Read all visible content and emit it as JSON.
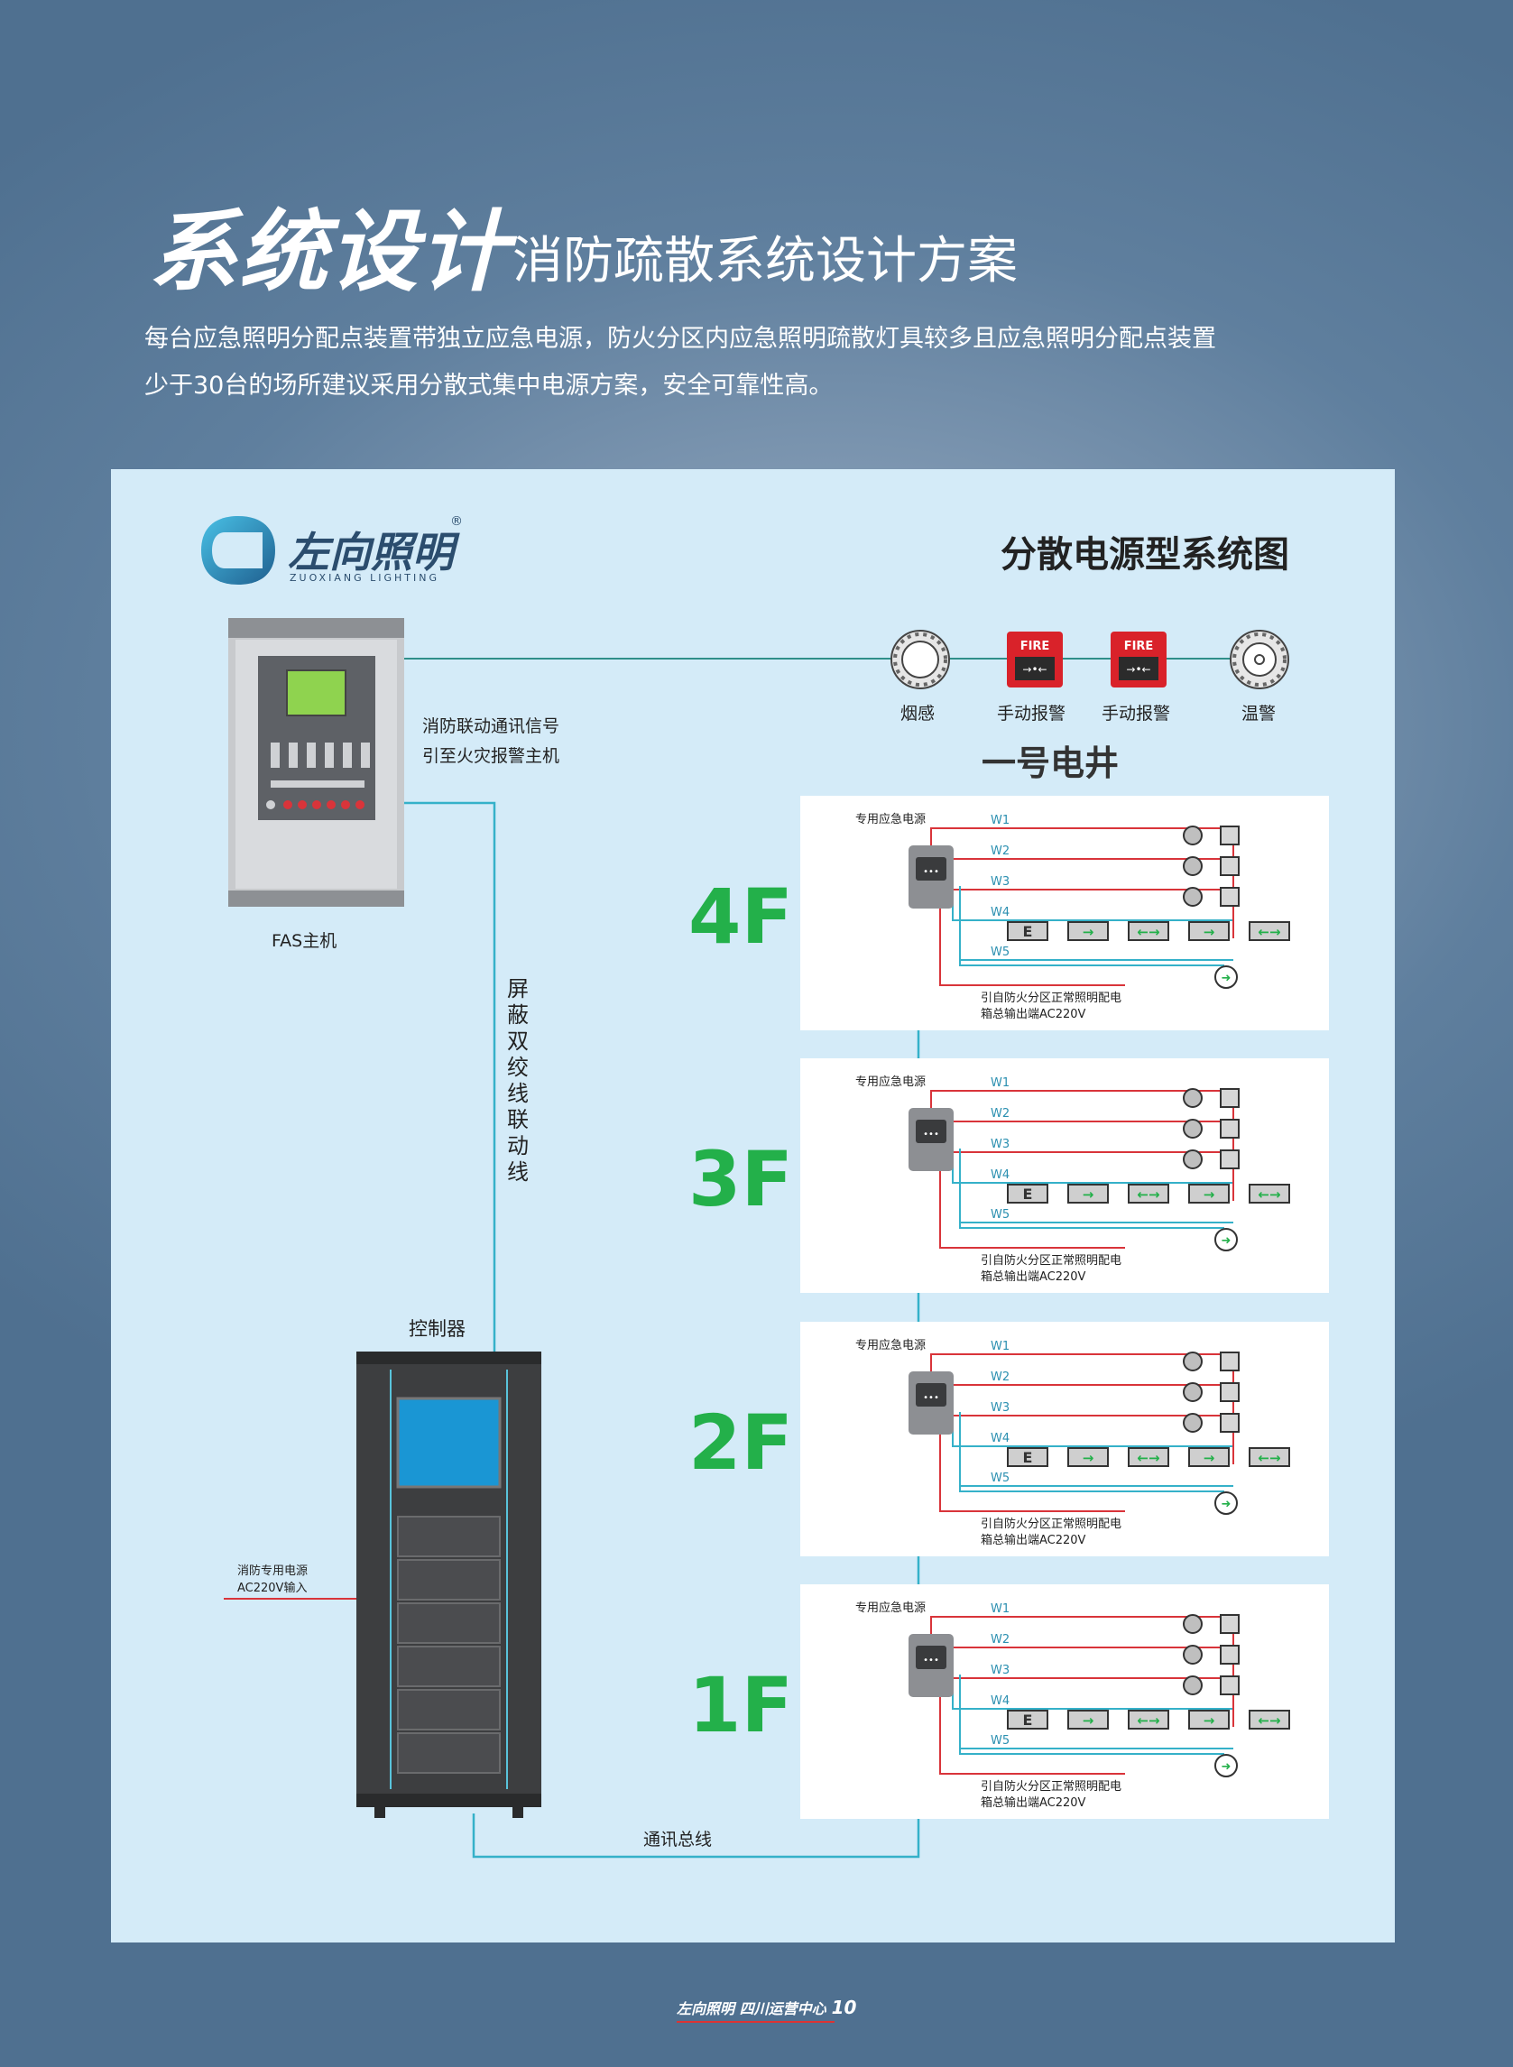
{
  "header": {
    "title": "系统设计",
    "subtitle": "消防疏散系统设计方案",
    "intro_line1": "每台应急照明分配点装置带独立应急电源，防火分区内应急照明疏散灯具较多且应急照明分配点装置",
    "intro_line2": "少于30台的场所建议采用分散式集中电源方案，安全可靠性高。"
  },
  "brand": {
    "name": "左向照明",
    "name_en": "ZUOXIANG LIGHTING",
    "registered": "®"
  },
  "diagram": {
    "title": "分散电源型系统图",
    "fas_label": "FAS主机",
    "signal_note_1": "消防联动通讯信号",
    "signal_note_2": "引至火灾报警主机",
    "cable_label": "屏蔽双绞线联动线",
    "controller_label": "控制器",
    "power_input_1": "消防专用电源",
    "power_input_2": "AC220V输入",
    "bus_label": "通讯总线",
    "shaft_label": "一号电井",
    "detectors": [
      {
        "label": "烟感",
        "icon": "smoke-detector-icon"
      },
      {
        "label": "手动报警",
        "icon": "manual-alarm-icon",
        "badge": "FIRE"
      },
      {
        "label": "手动报警",
        "icon": "manual-alarm-icon",
        "badge": "FIRE"
      },
      {
        "label": "温警",
        "icon": "heat-detector-icon"
      }
    ],
    "floors": [
      {
        "label": "4F"
      },
      {
        "label": "3F"
      },
      {
        "label": "2F"
      },
      {
        "label": "1F"
      }
    ],
    "floor_box": {
      "power_label": "专用应急电源",
      "circuits": [
        "W1",
        "W2",
        "W3",
        "W4",
        "W5"
      ],
      "exit_sign": "E",
      "note_1": "引自防火分区正常照明配电",
      "note_2": "箱总输出端AC220V"
    },
    "colors": {
      "red_line": "#d9343a",
      "blue_line": "#35b1c9",
      "green": "#23b04a"
    }
  },
  "footer": {
    "brand": "左向照明 四川运营中心",
    "page": "10"
  }
}
